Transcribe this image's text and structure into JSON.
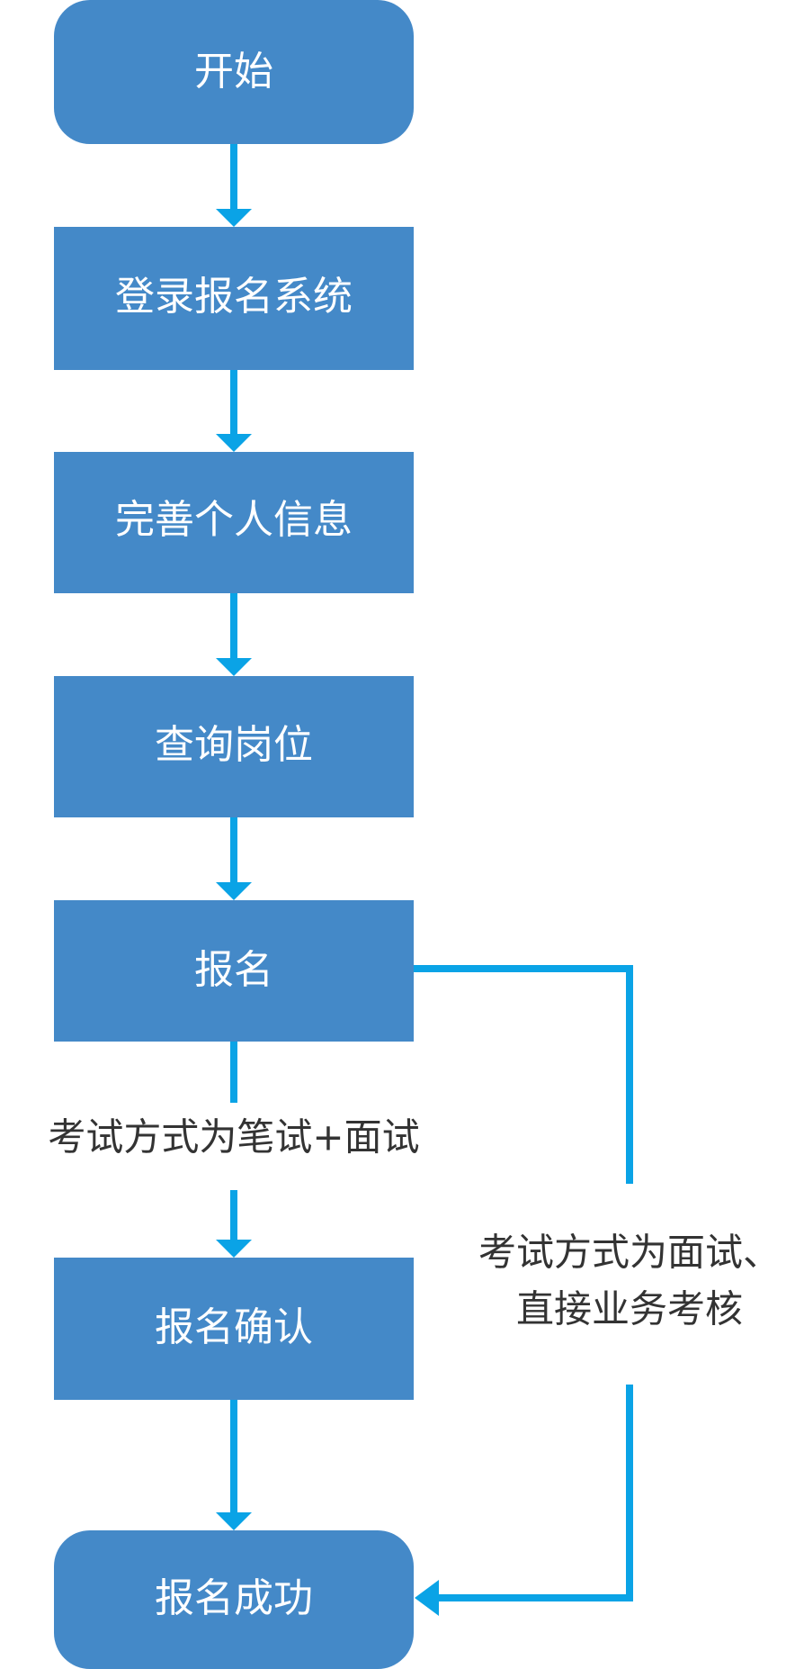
{
  "colors": {
    "node_fill": "#4489c8",
    "connector": "#0aa3e6",
    "node_text": "#ffffff",
    "label_text": "#333333",
    "background": "#ffffff"
  },
  "nodes": {
    "start": "开始",
    "login": "登录报名系统",
    "profile": "完善个人信息",
    "query": "查询岗位",
    "apply": "报名",
    "confirm": "报名确认",
    "success": "报名成功"
  },
  "edge_labels": {
    "written_plus_interview": "考试方式为笔试+面试",
    "interview_or_assessment_line1": "考试方式为面试、",
    "interview_or_assessment_line2": "直接业务考核"
  }
}
